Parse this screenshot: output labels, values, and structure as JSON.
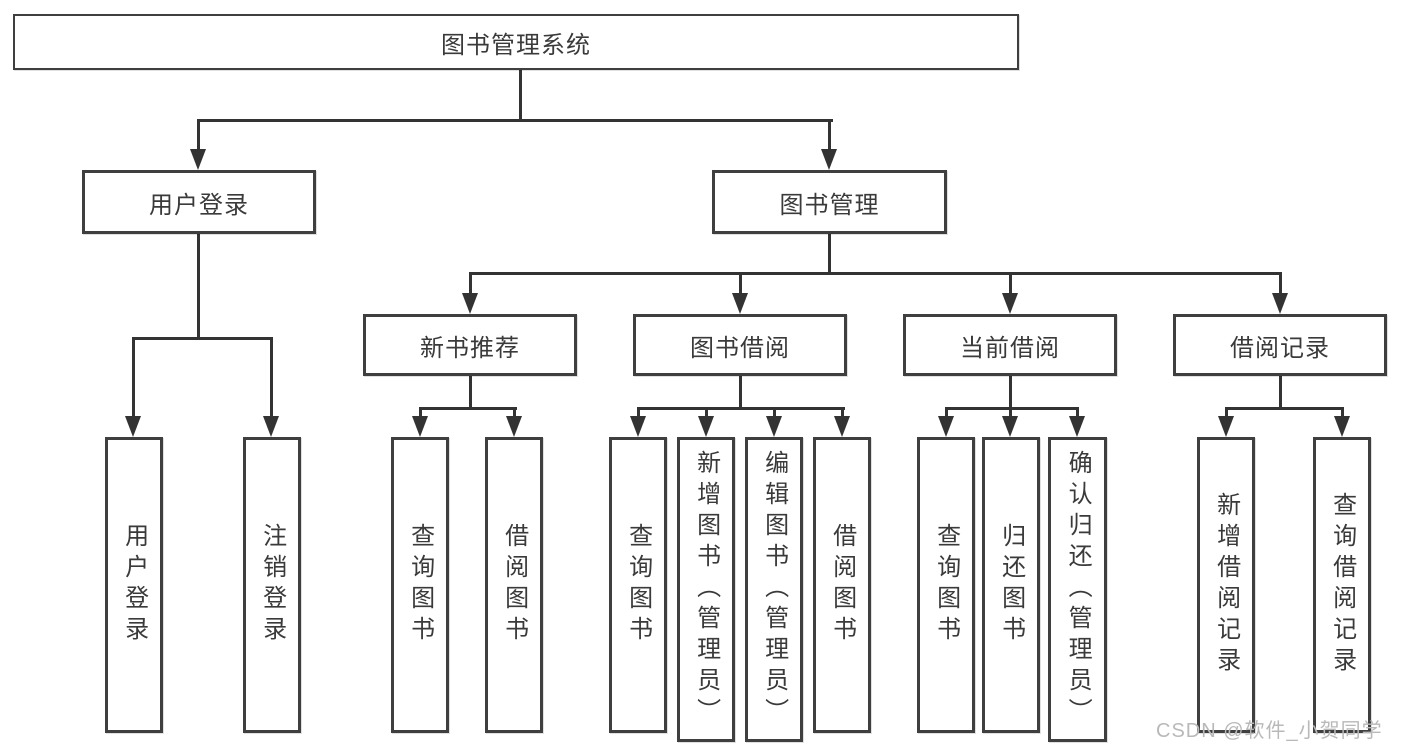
{
  "diagram_type": "functional-structure-tree",
  "tree": {
    "root": {
      "label": "图书管理系统"
    },
    "branches": [
      {
        "label": "用户登录",
        "children": [
          {
            "label": "用户登录"
          },
          {
            "label": "注销登录"
          }
        ]
      },
      {
        "label": "图书管理",
        "children": [
          {
            "label": "新书推荐",
            "children": [
              {
                "label": "查询图书"
              },
              {
                "label": "借阅图书"
              }
            ]
          },
          {
            "label": "图书借阅",
            "children": [
              {
                "label": "查询图书"
              },
              {
                "label": "新增图书（管理员）"
              },
              {
                "label": "编辑图书（管理员）"
              },
              {
                "label": "借阅图书"
              }
            ]
          },
          {
            "label": "当前借阅",
            "children": [
              {
                "label": "查询图书"
              },
              {
                "label": "归还图书"
              },
              {
                "label": "确认归还（管理员）"
              }
            ]
          },
          {
            "label": "借阅记录",
            "children": [
              {
                "label": "新增借阅记录"
              },
              {
                "label": "查询借阅记录"
              }
            ]
          }
        ]
      }
    ]
  },
  "watermark": {
    "text": "CSDN @软件_小贺同学"
  },
  "colors": {
    "line": "#333333",
    "box_border": "#3f3f3f",
    "text": "#3a3a3a",
    "watermark": "#b9b9b9",
    "background": "#ffffff"
  }
}
